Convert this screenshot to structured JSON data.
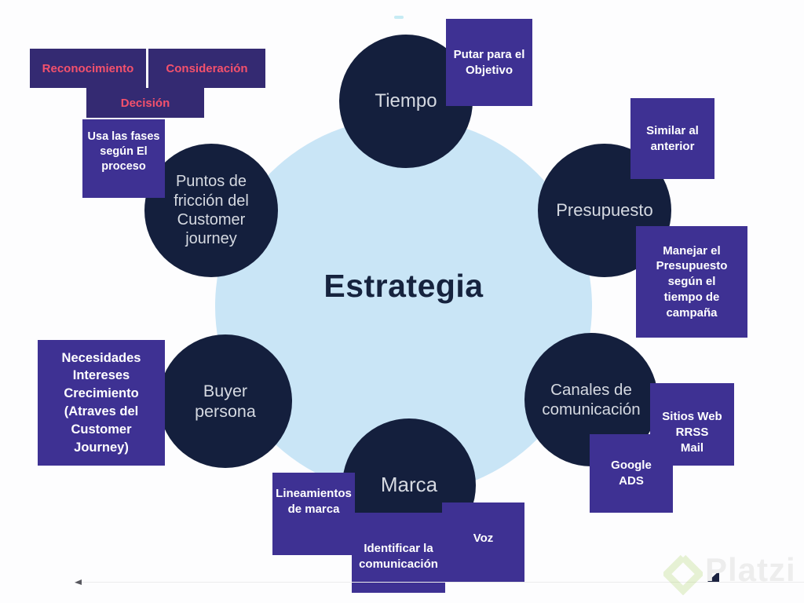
{
  "title": "Estrategia",
  "phases": {
    "items": [
      {
        "label": "Reconocimiento"
      },
      {
        "label": "Consideración"
      },
      {
        "label": "Decisión"
      }
    ]
  },
  "nodes": [
    {
      "id": "tiempo",
      "label": "Tiempo"
    },
    {
      "id": "presupuesto",
      "label": "Presupuesto"
    },
    {
      "id": "canales-comunicacion",
      "label": "Canales de\ncomunicación"
    },
    {
      "id": "marca",
      "label": "Marca"
    },
    {
      "id": "buyer-persona",
      "label": "Buyer\npersona"
    },
    {
      "id": "puntos-friccion",
      "label": "Puntos de\nfricción del\nCustomer\njourney"
    }
  ],
  "notes": [
    {
      "id": "usa-fases",
      "text": "Usa las fases\nsegún El\nproceso"
    },
    {
      "id": "putar-objetivo",
      "text": "Putar para el\nObjetivo"
    },
    {
      "id": "similar-anterior",
      "text": "Similar al\nanterior"
    },
    {
      "id": "manejar-presupuesto",
      "text": "Manejar el\nPresupuesto\nsegún el\ntiempo de\ncampaña"
    },
    {
      "id": "sitios-web",
      "text": "Sitios Web\nRRSS\nMail"
    },
    {
      "id": "google-ads",
      "text": "Google\nADS"
    },
    {
      "id": "voz",
      "text": "Voz"
    },
    {
      "id": "identificar-comunicacion",
      "text": "Identificar la\ncomunicación"
    },
    {
      "id": "lineamientos-marca",
      "text": "Lineamientos\nde marca"
    },
    {
      "id": "necesidades",
      "text": "Necesidades\nIntereses\nCrecimiento\n(Atraves del\nCustomer\nJourney)"
    }
  ],
  "watermark": {
    "brand": "Platzi",
    "icon": "platzi-diamond-icon"
  },
  "colors": {
    "hub_blue": "#c9e5f6",
    "node_navy": "#141f3d",
    "node_text": "#d5d9e1",
    "note_purple": "#3e3193",
    "phase_purple": "#342a72",
    "phase_text_pink": "#f4516c",
    "title_navy": "#16233e",
    "platzi_green_faint": "rgba(152,202,63,0.22)",
    "watermark_gray": "#ededed"
  }
}
